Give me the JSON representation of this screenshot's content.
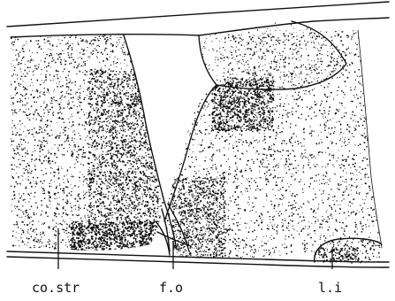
{
  "labels": {
    "left": "co.str",
    "center": "f.o",
    "right": "l.i"
  },
  "colors": {
    "ink": "#111111",
    "paper": "#ffffff"
  }
}
